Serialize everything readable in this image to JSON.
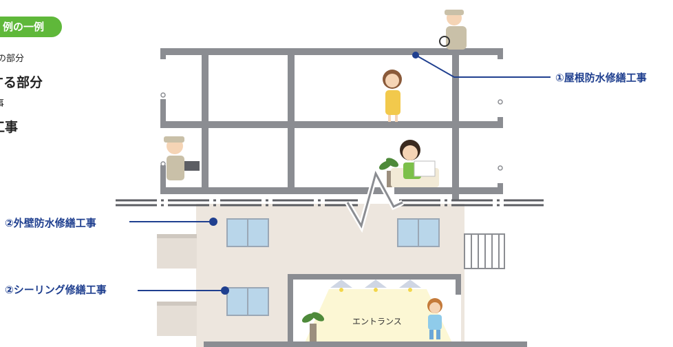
{
  "header": {
    "badge": "例の一例"
  },
  "side": {
    "line1": "の部分",
    "line2": "する部分",
    "line3": "事",
    "line4": "工事"
  },
  "labels": {
    "roof": "①屋根防水修繕工事",
    "wall": "②外壁防水修繕工事",
    "sealing": "②シーリング修繕工事"
  },
  "entrance": "エントランス",
  "colors": {
    "accent_green": "#5fb83a",
    "label_blue": "#1f3f8f",
    "structure_gray": "#8b8d92",
    "wall_beige": "#ede6de",
    "window_blue": "#b9d6ea"
  }
}
